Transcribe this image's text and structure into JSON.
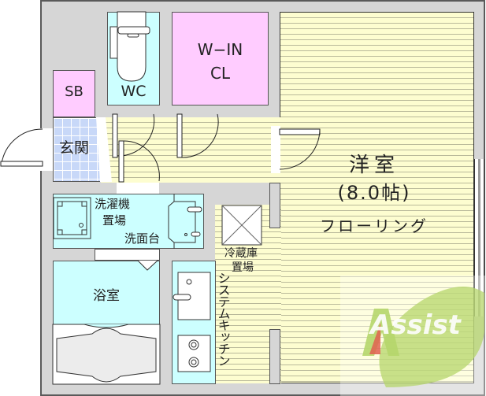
{
  "floor_plan": {
    "rooms": {
      "western_room": {
        "name": "洋室",
        "size": "(8.0帖)",
        "floor": "フローリング"
      },
      "walk_in_closet": {
        "line1": "W−IN",
        "line2": "CL"
      },
      "wc": {
        "label": "WC"
      },
      "shoe_box": {
        "label": "SB"
      },
      "entrance": {
        "label": "玄関"
      },
      "washer_area": {
        "line1": "洗濯機",
        "line2": "置場"
      },
      "vanity": {
        "label": "洗面台"
      },
      "bathroom": {
        "label": "浴室"
      },
      "fridge_area": {
        "line1": "冷蔵庫",
        "line2": "置場"
      },
      "kitchen": {
        "label": "システムキッチン"
      }
    },
    "logo": {
      "text": "Assist",
      "colors": {
        "leaf": "#b5d66b",
        "text": "#ffffff",
        "accent": "#e06050"
      }
    },
    "colors": {
      "wall": "#d6d6d6",
      "flooring": "#fdfdd0",
      "closet": "#ffccff",
      "wet_area": "#ccffff",
      "entrance_tile": "#c8d8f8"
    }
  }
}
